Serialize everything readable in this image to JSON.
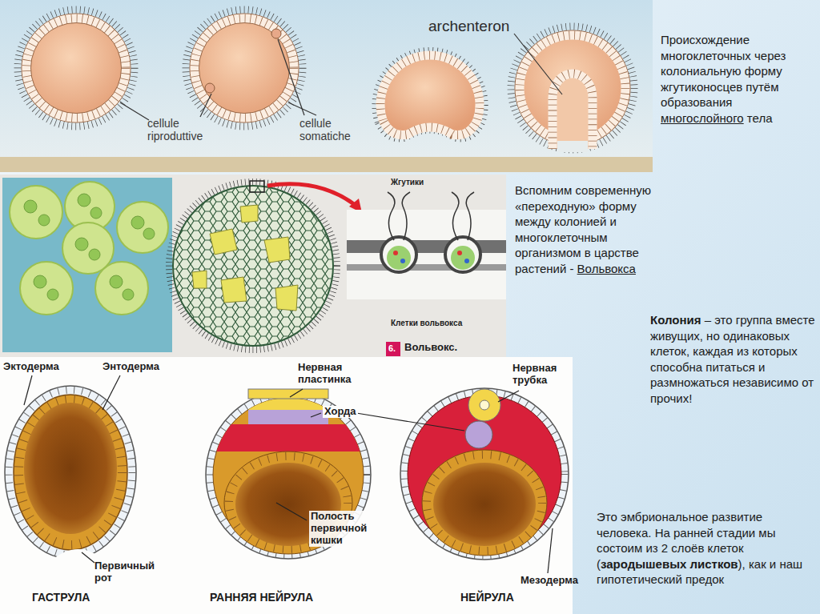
{
  "diagram": {
    "labels": [
      "archenteron",
      "cellule riproduttive",
      "cellule somatiche",
      "Происхождение многоклеточных через колониальную форму жгутиконосцев путём образования",
      "многослойного",
      "тела",
      "Жгутики",
      "Клетки вольвокса",
      "6.",
      "Вольвокс.",
      "Вспомним современную «переходную» форму между колонией и многоклеточным организмом в царстве растений -",
      "Вольвокса",
      "Колония",
      "– это группа вместе живущих, но одинаковых клеток, каждая из которых способна питаться и размножаться независимо от прочих!",
      "Эктодерма",
      "Энтодерма",
      "Нервная пластинка",
      "Нервная трубка",
      "Хорда",
      "Полость первичной кишки",
      "Первичный рот",
      "Мезодерма",
      "ГАСТРУЛА",
      "РАННЯЯ НЕЙРУЛА",
      "НЕЙРУЛА",
      "Это эмбриональное развитие человека. На ранней стадии мы состоим из 2 слоёв клеток (",
      "зародышевых листков",
      "), как и наш гипотетический предок"
    ]
  }
}
